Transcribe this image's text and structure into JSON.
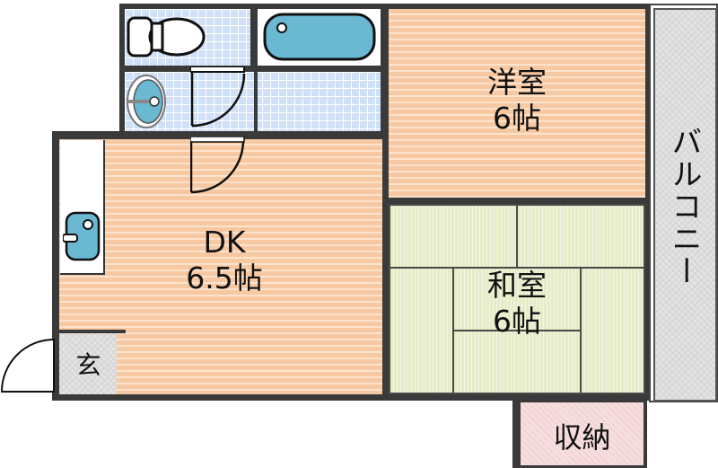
{
  "floorplan": {
    "rooms": {
      "western_room": {
        "name": "洋室",
        "size": "6帖"
      },
      "japanese_room": {
        "name": "和室",
        "size": "6帖"
      },
      "dining_kitchen": {
        "name": "DK",
        "size": "6.5帖"
      },
      "entrance": {
        "name": "玄"
      },
      "storage": {
        "name": "収納"
      },
      "balcony": {
        "name": "バルコニー"
      }
    },
    "fixtures": [
      "toilet-icon",
      "bathtub-icon",
      "washbasin-icon",
      "kitchen-sink-icon"
    ],
    "colors": {
      "wall": "#3a3a3a",
      "wood_floor": "#f7c9a3",
      "tile": "#cfe0f7",
      "tatami": "#e4ecc8",
      "balcony": "#e3e3e3",
      "storage": "#f6dede",
      "fixture": "#6ab8d2"
    }
  }
}
